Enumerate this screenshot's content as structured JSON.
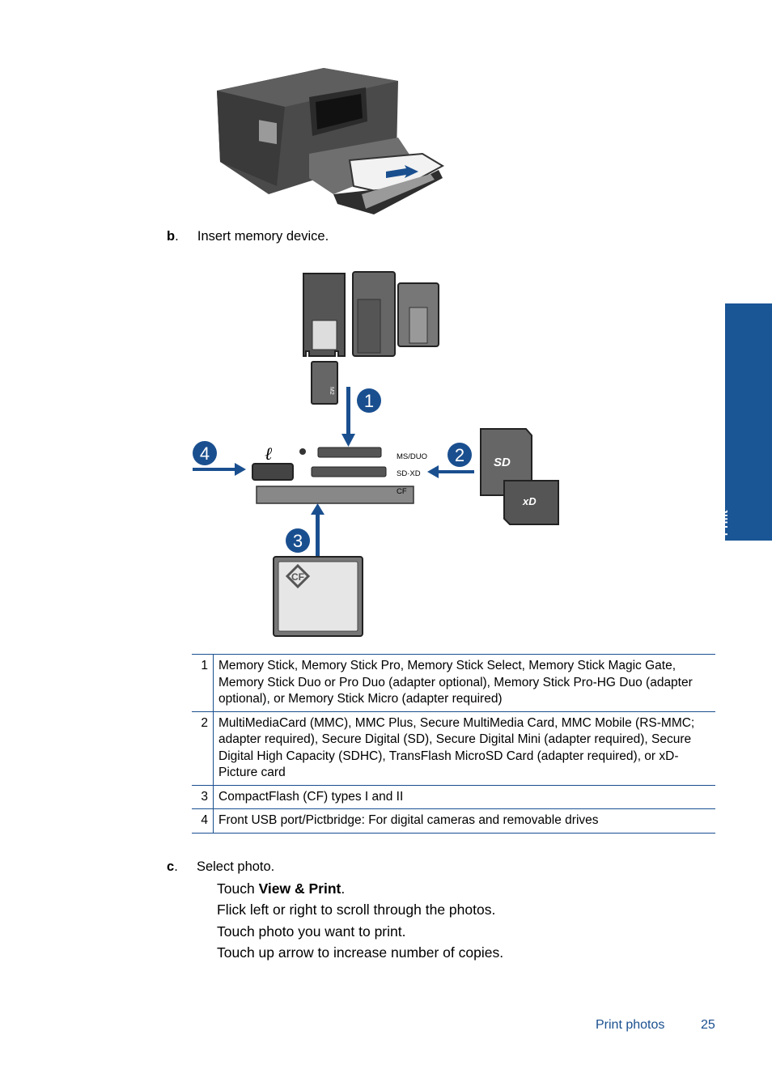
{
  "side_tab": {
    "label": "Print"
  },
  "step_b": {
    "letter": "b",
    "text": "Insert memory device."
  },
  "diagram": {
    "callouts": [
      "1",
      "2",
      "3",
      "4"
    ],
    "slot_labels": [
      "MS/DUO",
      "SD·XD",
      "CF"
    ],
    "card_marks": {
      "cf": "CF",
      "sd": "SD",
      "xd": "xD",
      "ms": "M2"
    }
  },
  "legend": [
    {
      "num": "1",
      "text": "Memory Stick, Memory Stick Pro, Memory Stick Select, Memory Stick Magic Gate, Memory Stick Duo or Pro Duo (adapter optional), Memory Stick Pro-HG Duo (adapter optional), or Memory Stick Micro (adapter required)"
    },
    {
      "num": "2",
      "text": "MultiMediaCard (MMC), MMC Plus, Secure MultiMedia Card, MMC Mobile (RS-MMC; adapter required), Secure Digital (SD), Secure Digital Mini (adapter required), Secure Digital High Capacity (SDHC), TransFlash MicroSD Card (adapter required), or xD-Picture card"
    },
    {
      "num": "3",
      "text": "CompactFlash (CF) types I and II"
    },
    {
      "num": "4",
      "text": "Front USB port/Pictbridge: For digital cameras and removable drives"
    }
  ],
  "step_c": {
    "letter": "c",
    "text": "Select photo.",
    "line1_prefix": "Touch ",
    "line1_bold": "View & Print",
    "line1_suffix": ".",
    "line2": "Flick left or right to scroll through the photos.",
    "line3": "Touch photo you want to print.",
    "line4": "Touch up arrow to increase number of copies."
  },
  "footer": {
    "section": "Print photos",
    "page": "25"
  }
}
